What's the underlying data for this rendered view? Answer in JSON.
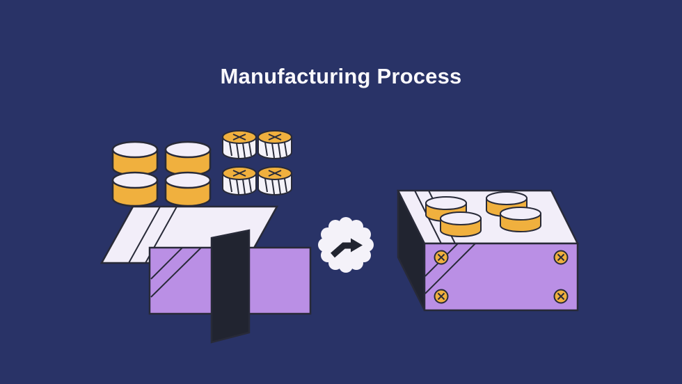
{
  "title": "Manufacturing Process",
  "colors": {
    "background": "#293367",
    "outline": "#282a38",
    "purple": "#ba8fe5",
    "lavender": "#f2eef9",
    "yellow": "#f0b03e",
    "black_part": "#212430",
    "badge_white": "#f4f2f9",
    "title_text": "#faf9fc"
  },
  "icons": {
    "process_arrow": "arrow-right",
    "drum_marker": "x-cross",
    "screw_marker": "x-cross"
  }
}
